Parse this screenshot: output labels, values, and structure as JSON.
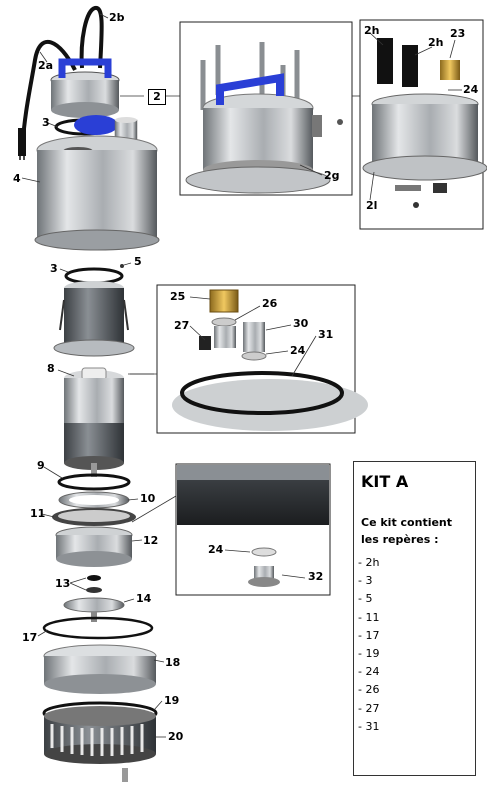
{
  "labels": {
    "l2a": "2a",
    "l2b": "2b",
    "l3a": "3",
    "l4": "4",
    "l3b": "3",
    "l5": "5",
    "l8": "8",
    "l9": "9",
    "l10": "10",
    "l11": "11",
    "l12": "12",
    "l13": "13",
    "l14": "14",
    "l17": "17",
    "l18": "18",
    "l19": "19",
    "l20": "20",
    "l2g": "2g",
    "l2h1": "2h",
    "l2h2": "2h",
    "l23": "23",
    "l24a": "24",
    "l2l": "2l",
    "l25": "25",
    "l26": "26",
    "l27": "27",
    "l30": "30",
    "l24b": "24",
    "l31": "31",
    "l24c": "24",
    "l32": "32"
  },
  "callout_number": "2",
  "kit": {
    "title": "KIT A",
    "line1": "Ce kit contient",
    "line2": "les repères :",
    "items": [
      "- 2h",
      "- 3",
      "- 5",
      "- 11",
      "- 17",
      "- 19",
      "- 24",
      "- 26",
      "- 27",
      "- 31"
    ]
  },
  "colors": {
    "metal": "#b9bcbf",
    "metal_dark": "#6f7478",
    "handle": "#2a3fd6",
    "rubber": "#111111",
    "brass": "#d1a43a"
  }
}
